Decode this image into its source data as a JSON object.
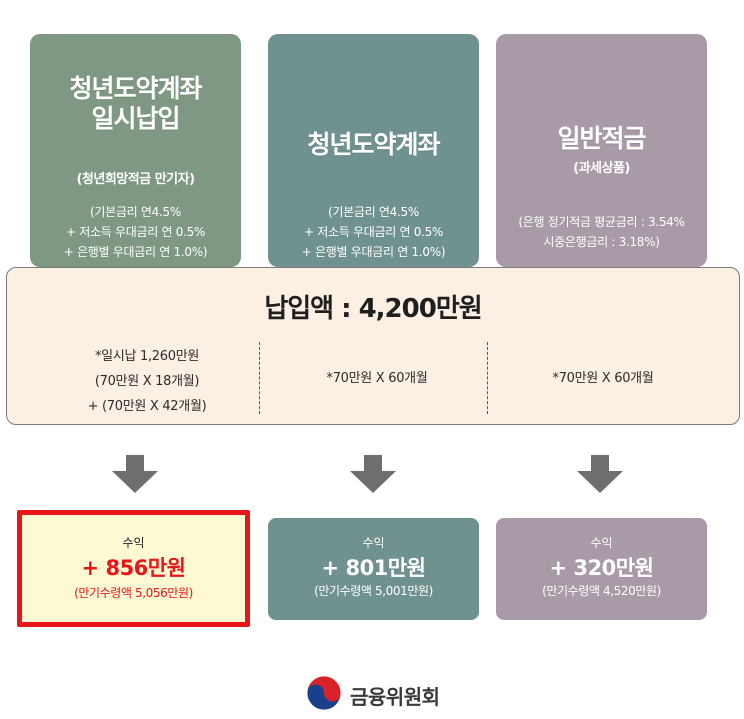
{
  "products": [
    {
      "title": "청년도약계좌\n일시납입",
      "subtitle": "(청년희망적금 만기자)",
      "description": "(기본금리 연4.5%\n+ 저소득 우대금리 연 0.5%\n+ 은행별 우대금리 연 1.0%)",
      "color": "#7e9883"
    },
    {
      "title": "청년도약계좌",
      "subtitle": "",
      "description": "(기본금리 연4.5%\n+ 저소득 우대금리 연 0.5%\n+ 은행별 우대금리 연 1.0%)",
      "color": "#6f918f"
    },
    {
      "title": "일반적금",
      "subtitle": "(과세상품)",
      "description": "(은행 정기적금 평균금리 : 3.54%\n시중은행금리 : 3.18%)",
      "color": "#a89aa7"
    }
  ],
  "payment": {
    "title": "납입액 : 4,200만원",
    "details": [
      "*일시납 1,260만원\n(70만원 X 18개월)\n+ (70만원 X 42개월)",
      "*70만원 X 60개월",
      "*70만원 X 60개월"
    ]
  },
  "results": [
    {
      "label": "수익",
      "amount": "+ 856만원",
      "maturity": "(만기수령액 5,056만원)",
      "highlight": true
    },
    {
      "label": "수익",
      "amount": "+ 801만원",
      "maturity": "(만기수령액 5,001만원)",
      "highlight": false
    },
    {
      "label": "수익",
      "amount": "+ 320만원",
      "maturity": "(만기수령액 4,520만원)",
      "highlight": false
    }
  ],
  "logo": {
    "text": "금융위원회",
    "icon": "taegeuk-emblem-icon"
  },
  "colors": {
    "highlight_border": "#e8151b",
    "highlight_bg": "#fdf9d2",
    "payment_bg": "#fcefe4",
    "arrow": "#6e6e6e"
  }
}
